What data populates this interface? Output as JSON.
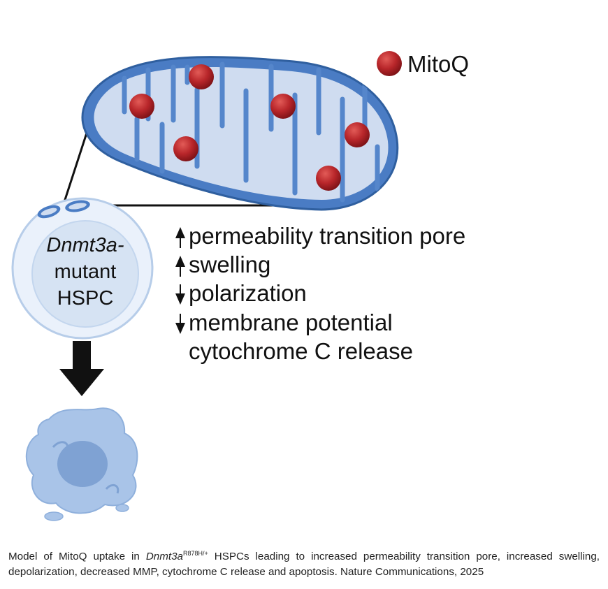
{
  "legend": {
    "label": "MitoQ",
    "marker_color": "#b8262a"
  },
  "cell": {
    "gene": "Dnmt3a-",
    "line2": "mutant",
    "line3": "HSPC"
  },
  "effects": [
    {
      "arrow": "up",
      "text": "permeability transition pore"
    },
    {
      "arrow": "up",
      "text": "swelling"
    },
    {
      "arrow": "down",
      "text": "polarization"
    },
    {
      "arrow": "down",
      "text": "membrane potential"
    },
    {
      "arrow": "none",
      "text": "cytochrome C release"
    }
  ],
  "caption": {
    "part1": "Model of MitoQ uptake in ",
    "gene": "Dnmt3a",
    "superscript": "R878H/+",
    "part2": " HSPCs leading to increased permeability transition pore, increased swelling, depolarization, decreased MMP, cytochrome C release and apoptosis. Nature Communications, 2025"
  },
  "colors": {
    "mito_outer": "#4a7cc4",
    "mito_inner": "#cfdcf0",
    "cell_fill": "#dce7f5",
    "cell_ring": "#b7cde9",
    "apoptotic_cell": "#a9c4e8"
  }
}
